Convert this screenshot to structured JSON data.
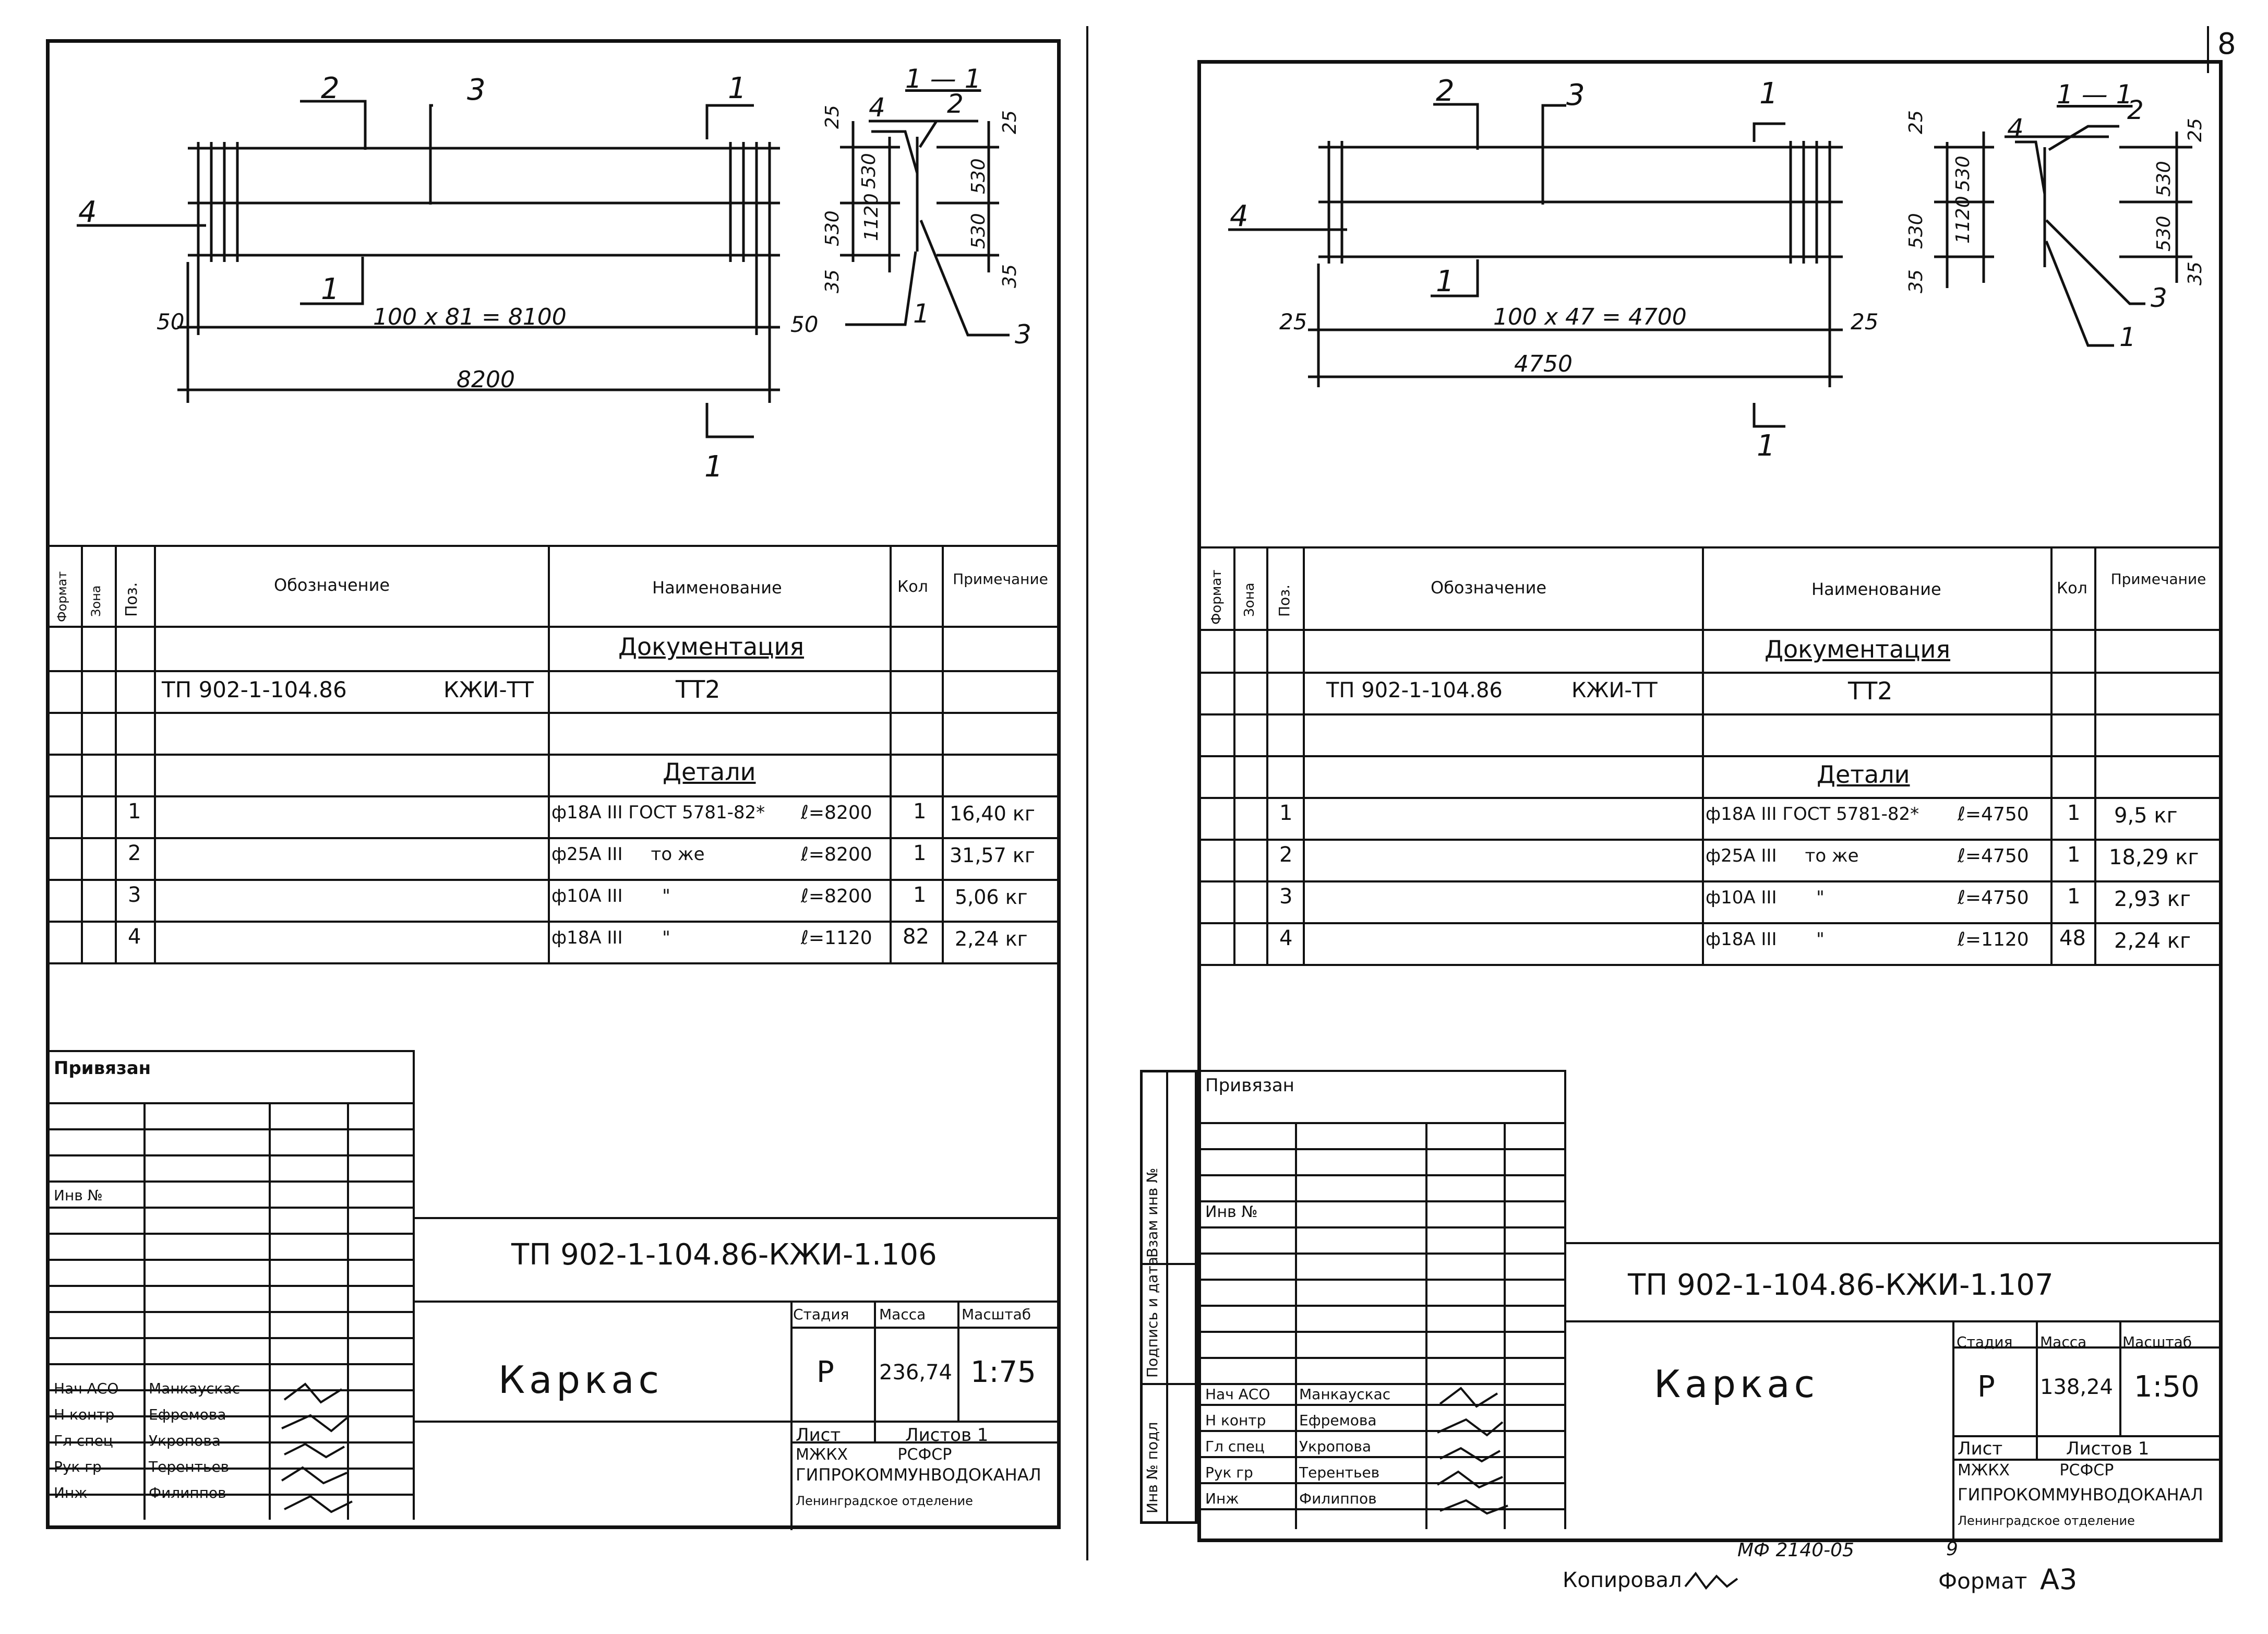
{
  "page": {
    "sheet_number": "8",
    "footer_code": "МФ 2140-05",
    "footer_page": "9",
    "copied_by": "Копировал",
    "format_label": "Формат",
    "format_value": "А3"
  },
  "left": {
    "drawing": {
      "leader_2": "2",
      "leader_3": "3",
      "leader_4": "4",
      "leader_1": "1",
      "cut_top": "1",
      "cut_bottom": "1",
      "dim_left": "50",
      "dim_right": "50",
      "dim_spacing": "100 x 81 = 8100",
      "dim_total": "8200",
      "section_title": "1 — 1",
      "sec_4": "4",
      "sec_2": "2",
      "sec_1": "1",
      "sec_3": "3",
      "dims_left": [
        "25",
        "530",
        "530",
        "35"
      ],
      "dim_1120": "1120",
      "dims_right": [
        "25",
        "530",
        "530",
        "35"
      ]
    },
    "spec": {
      "headers": [
        "Формат",
        "Зона",
        "Поз.",
        "Обозначение",
        "Наименование",
        "Кол",
        "Примечание"
      ],
      "section_docs": "Документация",
      "doc_code": "ТП 902-1-104.86",
      "doc_mark": "КЖИ-ТТ",
      "doc_name": "ТТ2",
      "section_parts": "Детали",
      "rows": [
        {
          "pos": "1",
          "name": "ф18А III ГОСТ 5781-82*",
          "len": "ℓ=8200",
          "qty": "1",
          "note": "16,40 кг"
        },
        {
          "pos": "2",
          "name": "ф25А III     то же",
          "len": "ℓ=8200",
          "qty": "1",
          "note": "31,57 кг"
        },
        {
          "pos": "3",
          "name": "ф10А III       \"",
          "len": "ℓ=8200",
          "qty": "1",
          "note": "5,06 кг"
        },
        {
          "pos": "4",
          "name": "ф18А III       \"",
          "len": "ℓ=1120",
          "qty": "82",
          "note": "2,24 кг"
        }
      ]
    },
    "stamp": {
      "privyazan": "Привязан",
      "inv": "Инв №",
      "code": "ТП 902-1-104.86-КЖИ-1.106",
      "title": "Каркас",
      "stage_h": "Стадия",
      "mass_h": "Масса",
      "scale_h": "Масштаб",
      "stage": "Р",
      "mass": "236,74",
      "scale": "1:75",
      "sheet": "Лист",
      "sheets": "Листов 1",
      "org1": "МЖКХ          РСФСР",
      "org2": "ГИПРОКОММУНВОДОКАНАЛ",
      "org3": "Ленинградское отделение",
      "people": [
        {
          "role": "Нач АСО",
          "name": "Манкаускас"
        },
        {
          "role": "Н контр",
          "name": "Ефремова"
        },
        {
          "role": "Гл спец",
          "name": "Укропова"
        },
        {
          "role": "Рук гр",
          "name": "Терентьев"
        },
        {
          "role": "Инж",
          "name": "Филиппов"
        }
      ]
    }
  },
  "right": {
    "drawing": {
      "leader_2": "2",
      "leader_3": "3",
      "leader_4": "4",
      "leader_1": "1",
      "cut_top": "1",
      "cut_bottom": "1",
      "dim_left": "25",
      "dim_right": "25",
      "dim_spacing": "100 x 47 = 4700",
      "dim_total": "4750",
      "section_title": "1 — 1",
      "sec_4": "4",
      "sec_2": "2",
      "sec_1": "1",
      "sec_3": "3",
      "dims_left": [
        "25",
        "530",
        "530",
        "35"
      ],
      "dim_1120": "1120",
      "dims_right": [
        "25",
        "530",
        "530",
        "35"
      ]
    },
    "spec": {
      "headers": [
        "Формат",
        "Зона",
        "Поз.",
        "Обозначение",
        "Наименование",
        "Кол",
        "Примечание"
      ],
      "section_docs": "Документация",
      "doc_code": "ТП 902-1-104.86",
      "doc_mark": "КЖИ-ТТ",
      "doc_name": "ТТ2",
      "section_parts": "Детали",
      "rows": [
        {
          "pos": "1",
          "name": "ф18А III ГОСТ 5781-82*",
          "len": "ℓ=4750",
          "qty": "1",
          "note": "9,5 кг"
        },
        {
          "pos": "2",
          "name": "ф25А III     то же",
          "len": "ℓ=4750",
          "qty": "1",
          "note": "18,29 кг"
        },
        {
          "pos": "3",
          "name": "ф10А III       \"",
          "len": "ℓ=4750",
          "qty": "1",
          "note": "2,93 кг"
        },
        {
          "pos": "4",
          "name": "ф18А III       \"",
          "len": "ℓ=1120",
          "qty": "48",
          "note": "2,24 кг"
        }
      ]
    },
    "stamp": {
      "privyazan": "Привязан",
      "inv": "Инв №",
      "side_labels": [
        "Инв № подл",
        "Подпись и дата",
        "Взам инв №"
      ],
      "code": "ТП 902-1-104.86-КЖИ-1.107",
      "title": "Каркас",
      "stage_h": "Стадия",
      "mass_h": "Масса",
      "scale_h": "Масштаб",
      "stage": "Р",
      "mass": "138,24",
      "scale": "1:50",
      "sheet": "Лист",
      "sheets": "Листов 1",
      "org1": "МЖКХ          РСФСР",
      "org2": "ГИПРОКОММУНВОДОКАНАЛ",
      "org3": "Ленинградское отделение",
      "people": [
        {
          "role": "Нач АСО",
          "name": "Манкаускас"
        },
        {
          "role": "Н контр",
          "name": "Ефремова"
        },
        {
          "role": "Гл спец",
          "name": "Укропова"
        },
        {
          "role": "Рук гр",
          "name": "Терентьев"
        },
        {
          "role": "Инж",
          "name": "Филиппов"
        }
      ]
    }
  }
}
